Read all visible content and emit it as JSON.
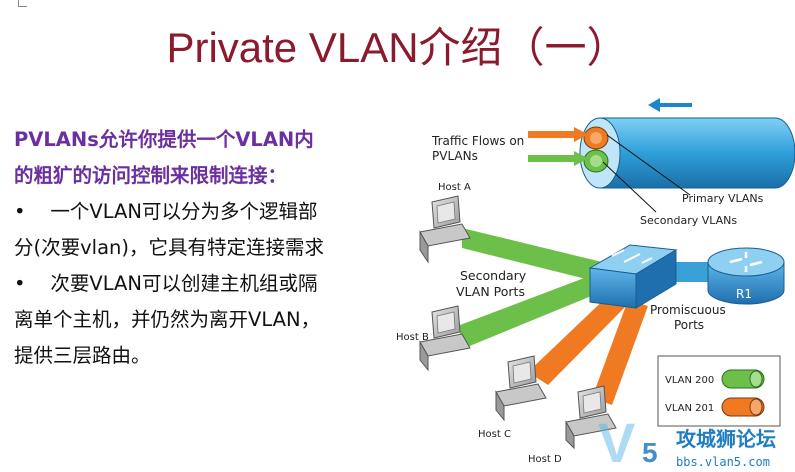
{
  "title": "Private VLAN介绍（一）",
  "left_text": {
    "heading_line1": "PVLANs允许你提供一个VLAN内",
    "heading_line2": "的粗犷的访问控制来限制连接：",
    "bullet_symbol": "•",
    "bullet1_line1": "一个VLAN可以分为多个逻辑部",
    "bullet1_line2": "分(次要vlan)，它具有特定连接需求",
    "bullet2_line1": "次要VLAN可以创建主机组或隔",
    "bullet2_line2": "离单个主机，并仍然为离开VLAN，",
    "bullet2_line3": "提供三层路由。"
  },
  "diagram": {
    "traffic_flows_line1": "Traffic Flows on",
    "traffic_flows_line2": "PVLANs",
    "primary_vlans": "Primary VLANs",
    "secondary_vlans": "Secondary VLANs",
    "host_a": "Host A",
    "host_b": "Host B",
    "host_c": "Host C",
    "host_d": "Host D",
    "secondary_ports_line1": "Secondary",
    "secondary_ports_line2": "VLAN Ports",
    "promiscuous_line1": "Promiscuous",
    "promiscuous_line2": "Ports",
    "router_label": "R1",
    "legend_vlan200": "VLAN 200",
    "legend_vlan201": "VLAN 201"
  },
  "watermark": {
    "brand": "攻城狮论坛",
    "url": "bbs.vlan5.com",
    "logo_letter": "V",
    "logo_digit": "5"
  },
  "colors": {
    "title": "#8b1a2e",
    "heading": "#6b2fa0",
    "green_vlan": "#6cc04a",
    "orange_vlan": "#f07a22",
    "primary_blue": "#3aa0d8",
    "device_blue": "#2f86c6"
  }
}
